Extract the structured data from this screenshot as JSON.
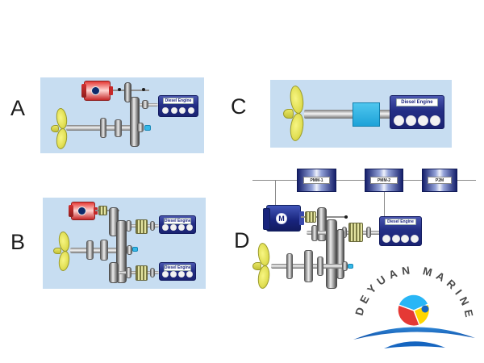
{
  "diagram_labels": {
    "a": "A",
    "b": "B",
    "c": "C",
    "d": "D"
  },
  "engine_label": "Diesel Engine",
  "d": {
    "bus_boxes": [
      {
        "label": "PMM-1"
      },
      {
        "label": "PMM-2"
      },
      {
        "label": "P2M"
      }
    ],
    "motor_badge": "M"
  },
  "logo": {
    "text": "DEYUAN MARINE"
  },
  "colors": {
    "panel_bg": "#c7ddf1",
    "engine_navy": "#232e85",
    "accent_cyan": "#29b6e8",
    "propeller_yellow": "#e3e158",
    "motor_red": "#d32f2f",
    "logo_blue": "#1976d2",
    "logo_red": "#e53935",
    "logo_yellow": "#ffd600",
    "logo_cyan": "#29b6f6"
  }
}
